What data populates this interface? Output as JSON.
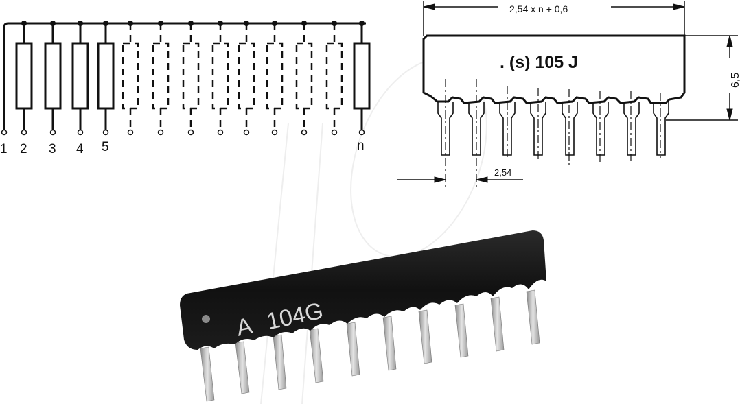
{
  "schematic": {
    "pin_labels": [
      "1",
      "2",
      "3",
      "4",
      "5",
      "n"
    ],
    "solid_resistors": 5,
    "dashed_resistors": 8,
    "total_columns": 13
  },
  "dimension_drawing": {
    "width_formula": "2,54 x n + 0,6",
    "height": "6,5",
    "pitch": "2,54",
    "marking": ". (s) 105 J",
    "pin_count": 8
  },
  "photo": {
    "marking_prefix": "A",
    "marking_code": "104G",
    "pin_count": 10,
    "body_color": "#141414",
    "pin_color": "#b8b8b8"
  },
  "watermark": {
    "color": "#ececec"
  }
}
